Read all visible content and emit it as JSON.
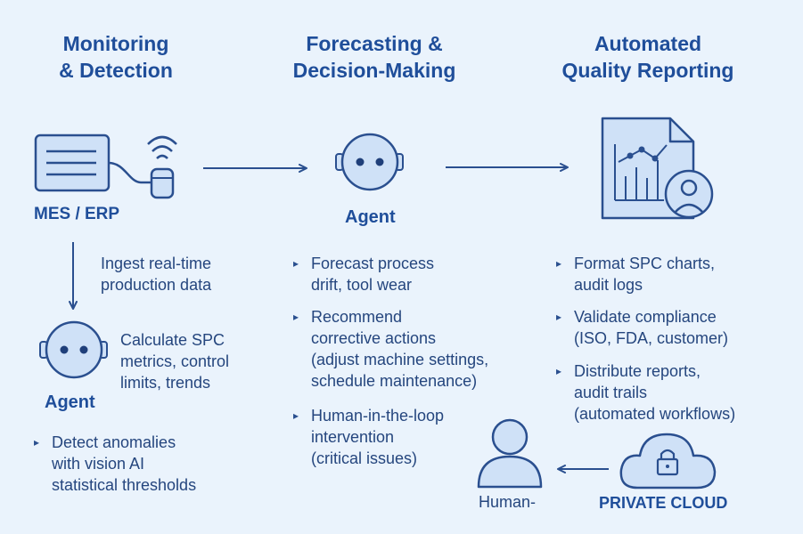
{
  "columns": {
    "monitoring": {
      "title": "Monitoring\n& Detection"
    },
    "forecasting": {
      "title": "Forecasting &\nDecision-Making"
    },
    "reporting": {
      "title": "Automated\nQuality Reporting"
    }
  },
  "nodes": {
    "mes_erp": "MES / ERP",
    "agent_left": "Agent",
    "agent_center": "Agent",
    "human": "Human-",
    "private_cloud": "PRIVATE CLOUD"
  },
  "monitoring": {
    "ingest": "Ingest real-time\nproduction data",
    "calculate": "Calculate SPC\nmetrics, control\nlimits, trends",
    "bullets": [
      "Detect anomalies\nwith vision AI\nstatistical thresholds"
    ]
  },
  "forecasting": {
    "bullets": [
      "Forecast process\ndrift, tool wear",
      "Recommend\ncorrective actions\n(adjust machine settings,\nschedule maintenance)",
      "Human-in-the-loop\nintervention\n(critical issues)"
    ]
  },
  "reporting": {
    "bullets": [
      "Format SPC charts,\naudit logs",
      "Validate compliance\n(ISO, FDA, customer)",
      "Distribute reports,\naudit trails\n(automated workflows)"
    ]
  },
  "colors": {
    "background": "#eaf3fc",
    "stroke": "#2a4f8f",
    "fill": "#cfe1f7",
    "title": "#1f4e9a"
  }
}
